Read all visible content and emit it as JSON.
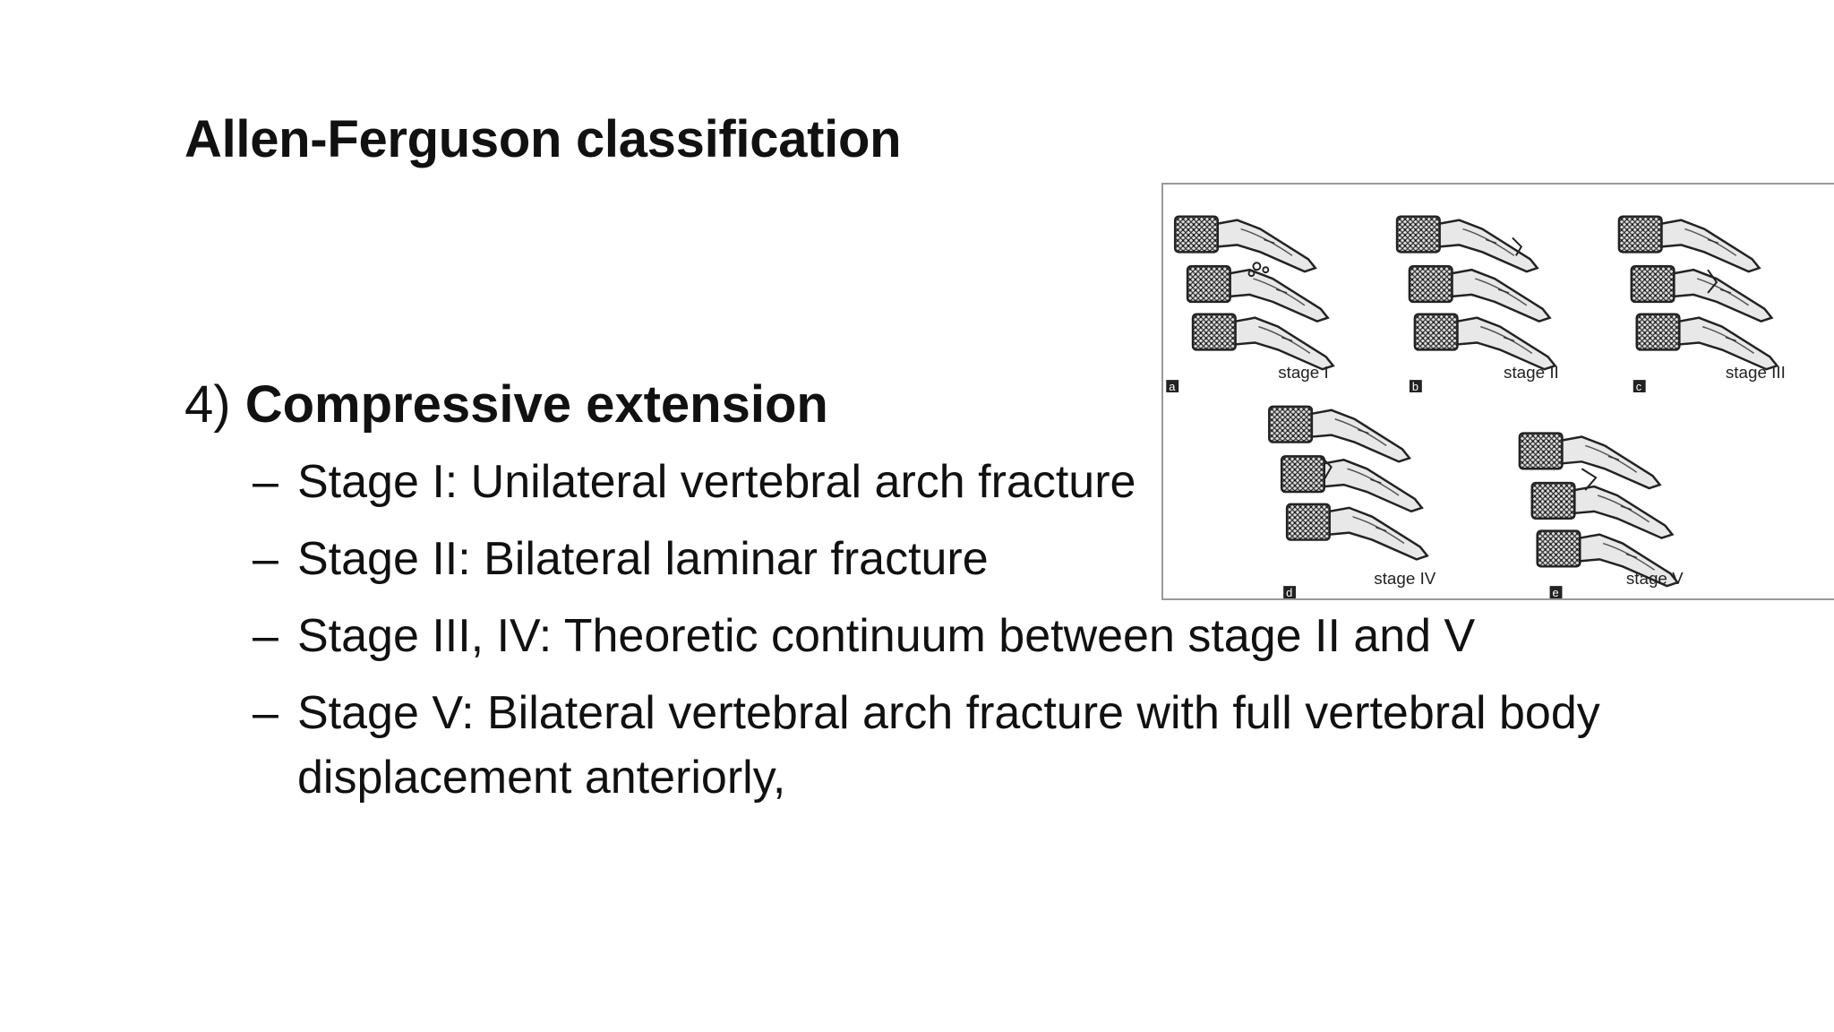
{
  "slide": {
    "title": "Allen-Ferguson classification",
    "heading_number": "4)",
    "heading_bold": "Compressive extension",
    "bullets": [
      {
        "dash": "–",
        "text": "Stage I: Unilateral vertebral arch fracture"
      },
      {
        "dash": "–",
        "text": "Stage II: Bilateral laminar fracture"
      },
      {
        "dash": "–",
        "text": "Stage III, IV: Theoretic continuum between stage II and V"
      },
      {
        "dash": "–",
        "text": "Stage V: Bilateral vertebral arch fracture with full vertebral body displacement anteriorly,"
      }
    ]
  },
  "figure": {
    "panels": [
      {
        "letter": "a",
        "label": "stage I"
      },
      {
        "letter": "b",
        "label": "stage II"
      },
      {
        "letter": "c",
        "label": "stage III"
      },
      {
        "letter": "d",
        "label": "stage IV"
      },
      {
        "letter": "e",
        "label": "stage V"
      }
    ]
  }
}
